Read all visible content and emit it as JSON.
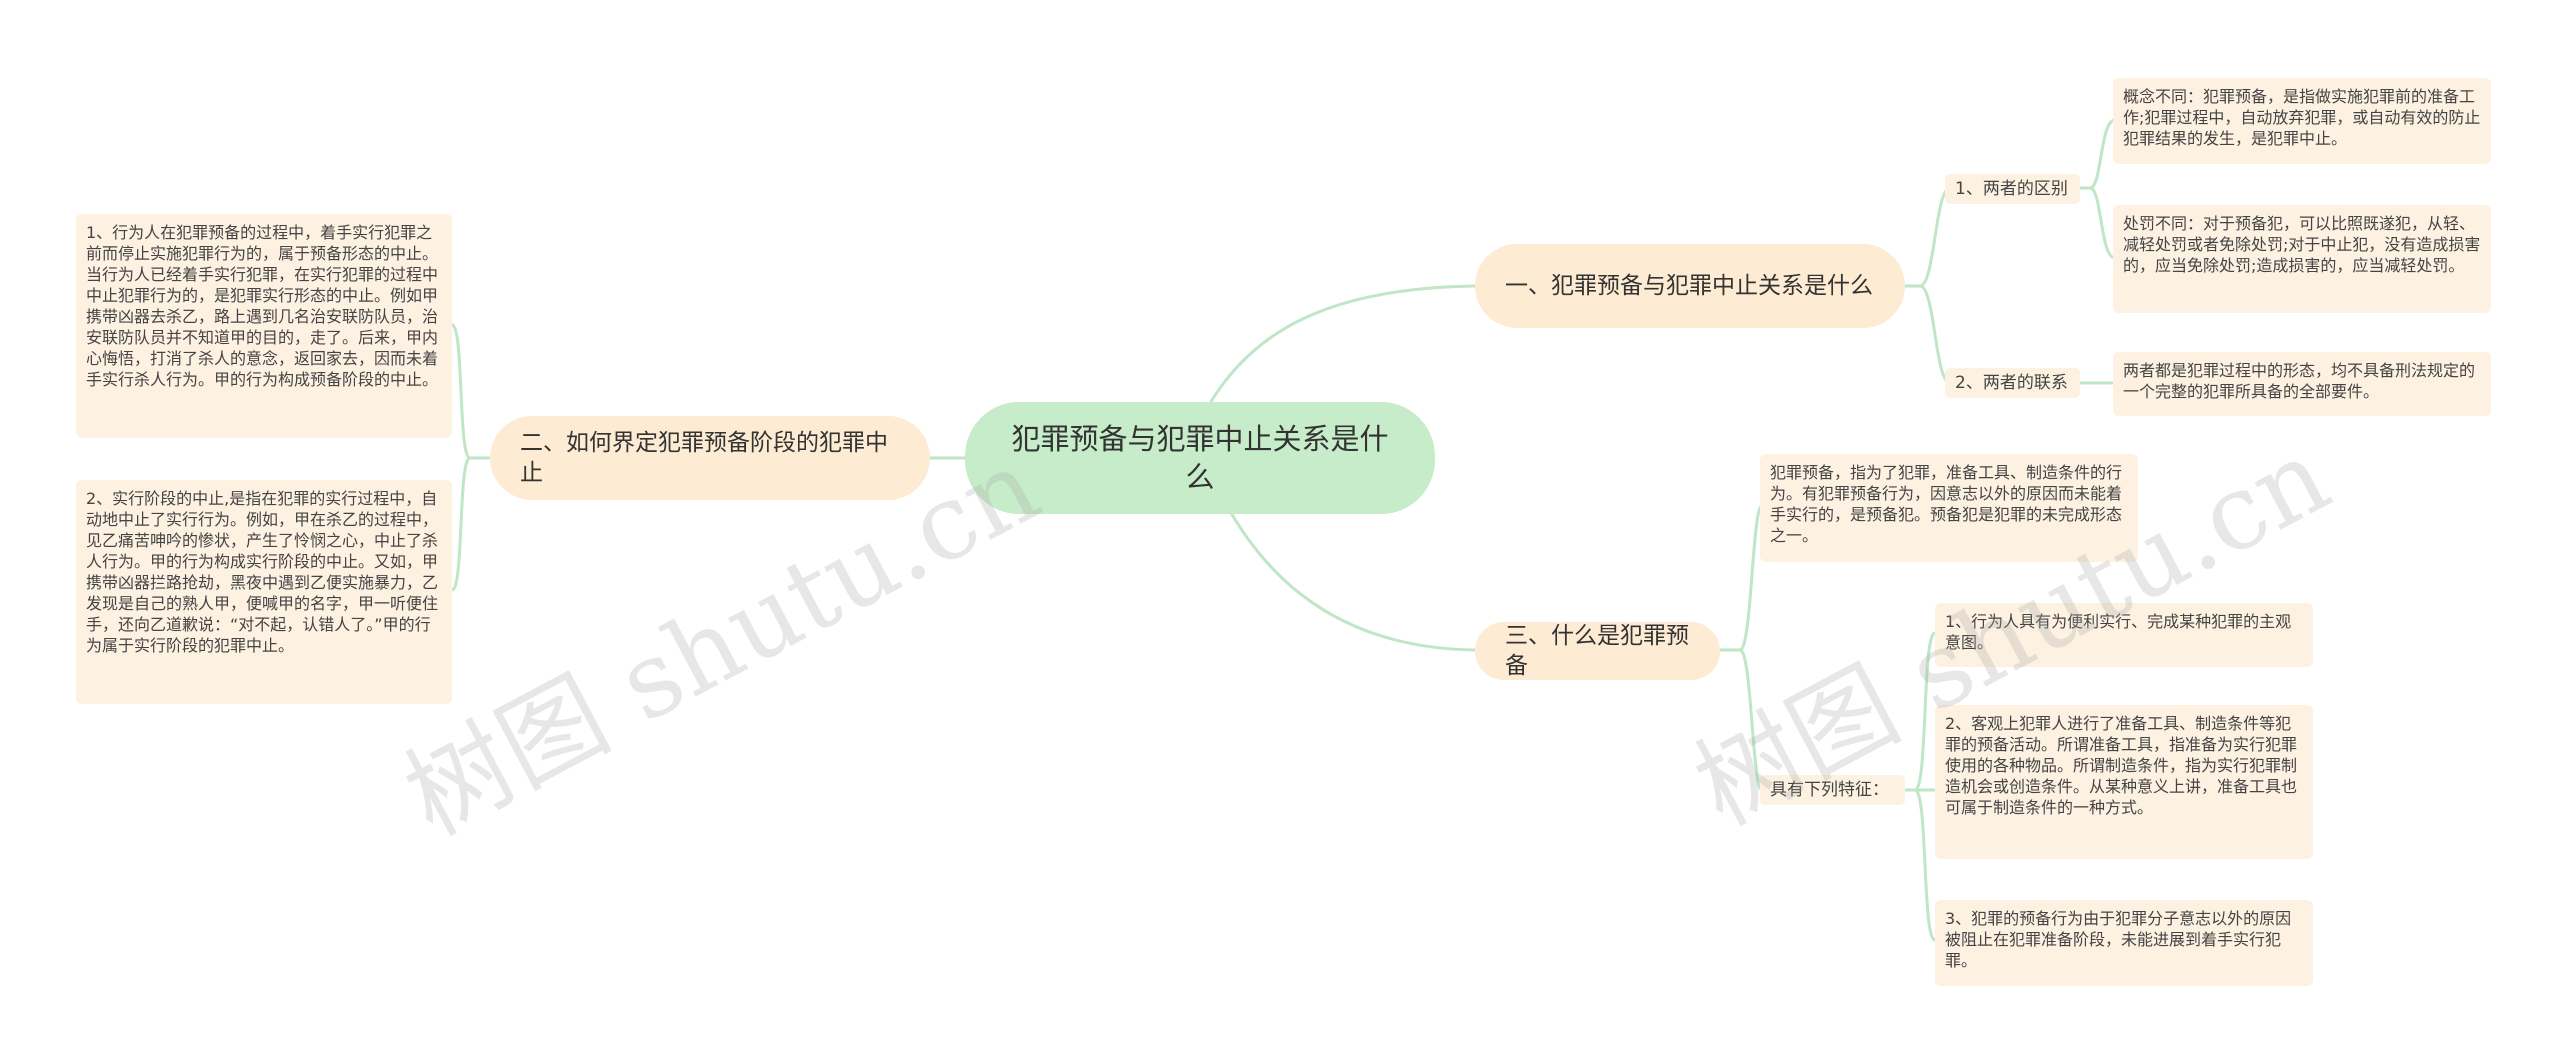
{
  "root": "犯罪预备与犯罪中止关系是什么",
  "branches": {
    "b1": {
      "title": "一、犯罪预备与犯罪中止关系是什么",
      "diff": {
        "label": "1、两者的区别",
        "concept": "概念不同：犯罪预备，是指做实施犯罪前的准备工作;犯罪过程中，自动放弃犯罪，或自动有效的防止犯罪结果的发生，是犯罪中止。",
        "penalty": "处罚不同：对于预备犯，可以比照既遂犯，从轻、减轻处罚或者免除处罚;对于中止犯，没有造成损害的，应当免除处罚;造成损害的，应当减轻处罚。"
      },
      "link": {
        "label": "2、两者的联系",
        "text": "两者都是犯罪过程中的形态，均不具备刑法规定的一个完整的犯罪所具备的全部要件。"
      }
    },
    "b2": {
      "title": "二、如何界定犯罪预备阶段的犯罪中止",
      "item1": "1、行为人在犯罪预备的过程中，着手实行犯罪之前而停止实施犯罪行为的，属于预备形态的中止。当行为人已经着手实行犯罪，在实行犯罪的过程中中止犯罪行为的，是犯罪实行形态的中止。例如甲携带凶器去杀乙，路上遇到几名治安联防队员，治安联防队员并不知道甲的目的，走了。后来，甲内心悔悟，打消了杀人的意念，返回家去，因而未着手实行杀人行为。甲的行为构成预备阶段的中止。",
      "item2": "2、实行阶段的中止,是指在犯罪的实行过程中，自动地中止了实行行为。例如，甲在杀乙的过程中，见乙痛苦呻吟的惨状，产生了怜悯之心，中止了杀人行为。甲的行为构成实行阶段的中止。又如，甲携带凶器拦路抢劫，黑夜中遇到乙便实施暴力，乙发现是自己的熟人甲，便喊甲的名字，甲一听便住手，还向乙道歉说：“对不起，认错人了。”甲的行为属于实行阶段的犯罪中止。"
    },
    "b3": {
      "title": "三、什么是犯罪预备",
      "definition": "犯罪预备，指为了犯罪，准备工具、制造条件的行为。有犯罪预备行为，因意志以外的原因而未能着手实行的，是预备犯。预备犯是犯罪的未完成形态之一。",
      "features": {
        "label": "具有下列特征：",
        "f1": "1、行为人具有为便利实行、完成某种犯罪的主观意图。",
        "f2": "2、客观上犯罪人进行了准备工具、制造条件等犯罪的预备活动。所谓准备工具，指准备为实行犯罪使用的各种物品。所谓制造条件，指为实行犯罪制造机会或创造条件。从某种意义上讲，准备工具也可属于制造条件的一种方式。",
        "f3": "3、犯罪的预备行为由于犯罪分子意志以外的原因被阻止在犯罪准备阶段，未能进展到着手实行犯罪。"
      }
    }
  },
  "watermarks": [
    "树图 shutu.cn",
    "树图 shutu.cn"
  ],
  "colors": {
    "root": "#c6ecc9",
    "main": "#fdebd3",
    "leaf": "#fdf1e2",
    "line": "#bfe6c6"
  }
}
